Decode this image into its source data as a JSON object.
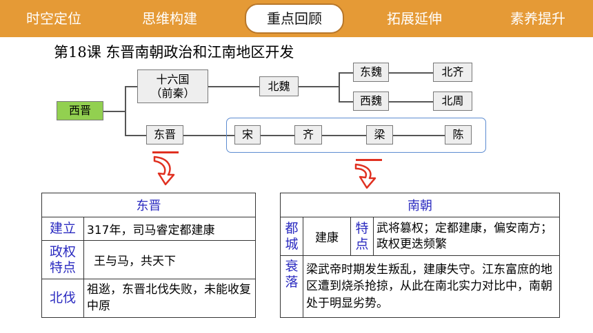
{
  "nav": {
    "tabs": [
      "时空定位",
      "思维构建",
      "重点回顾",
      "拓展延伸",
      "素养提升"
    ]
  },
  "title": "第18课  东晋南朝政治和江南地区开发",
  "diagram": {
    "xijin": "西晋",
    "shiliuguo": "十六国",
    "qianqin": "（前秦）",
    "beiwei": "北魏",
    "dongwei": "东魏",
    "xiwei": "西魏",
    "beiqi": "北齐",
    "beizhou": "北周",
    "dongjin": "东晋",
    "song": "宋",
    "qi": "齐",
    "liang": "梁",
    "chen": "陈"
  },
  "left_table": {
    "header": "东晋",
    "rows": [
      {
        "label": "建立",
        "value": "317年，司马睿定都建康"
      },
      {
        "label": "政权特点",
        "value": "王与马，共天下"
      },
      {
        "label": "北伐",
        "value": "祖逖，东晋北伐失败，未能收复中原"
      }
    ]
  },
  "right_table": {
    "header": "南朝",
    "capital_label": "都城",
    "capital_value": "建康",
    "feature_label": "特点",
    "feature_value": "武将篡权；定都建康，偏安南方；政权更迭频繁",
    "decline_label": "衰落",
    "decline_value": "梁武帝时期发生叛乱，建康失守。江东富庶的地区遭到烧杀抢掠，从此在南北实力对比中，南朝处于明显劣势。"
  },
  "colors": {
    "topbar": "#e59a36",
    "accent_blue": "#2a2ac0",
    "node_green": "#92d050",
    "arrow_red": "#e03020"
  }
}
